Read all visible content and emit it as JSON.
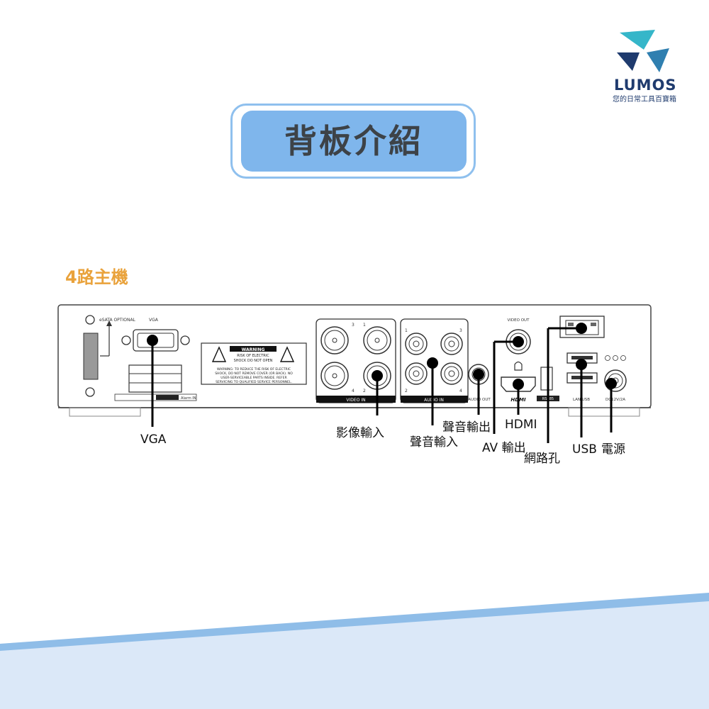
{
  "brand": {
    "wordmark": "LUMOS",
    "tagline": "您的日常工具百寶箱",
    "colors": {
      "navy": "#1f3b6e",
      "teal": "#35b6c9",
      "sky": "#7fb6ec"
    }
  },
  "title": "背板介紹",
  "section_label": "4路主機",
  "panel": {
    "esata": "eSATA OPTIONAL",
    "vga": "VGA",
    "warning_title": "WARNING",
    "warning_sub1": "RISK OF ELECTRIC",
    "warning_sub2": "SHOCK DO NOT OPEN",
    "warning_lines": [
      "WARNING: TO REDUCE THE RISK OF ELECTRIC",
      "SHOCK, DO NOT REMOVE COVER (OR BACK). NO",
      "USER-SERVICEABLE PARTS INSIDE. REFER",
      "SERVICING TO QUALIFIED SERVICE PERSONNEL."
    ],
    "video_in": "VIDEO IN",
    "audio_in": "AUDIO IN",
    "audio_out": "AUDIO OUT",
    "video_out": "VIDEO OUT",
    "hdmi": "HDMI",
    "rs485": "RS485",
    "lan_usb": "LAN USB",
    "dc": "DC12V/2A",
    "alarm": "Alarm IN",
    "num_1": "1",
    "num_2": "2",
    "num_3": "3",
    "num_4": "4"
  },
  "callouts": {
    "vga": "VGA",
    "video_in": "影像輸入",
    "audio_in": "聲音輸入",
    "audio_out": "聲音輸出",
    "av_out": "AV 輸出",
    "hdmi": "HDMI",
    "network": "網路孔",
    "usb": "USB",
    "power": "電源"
  }
}
